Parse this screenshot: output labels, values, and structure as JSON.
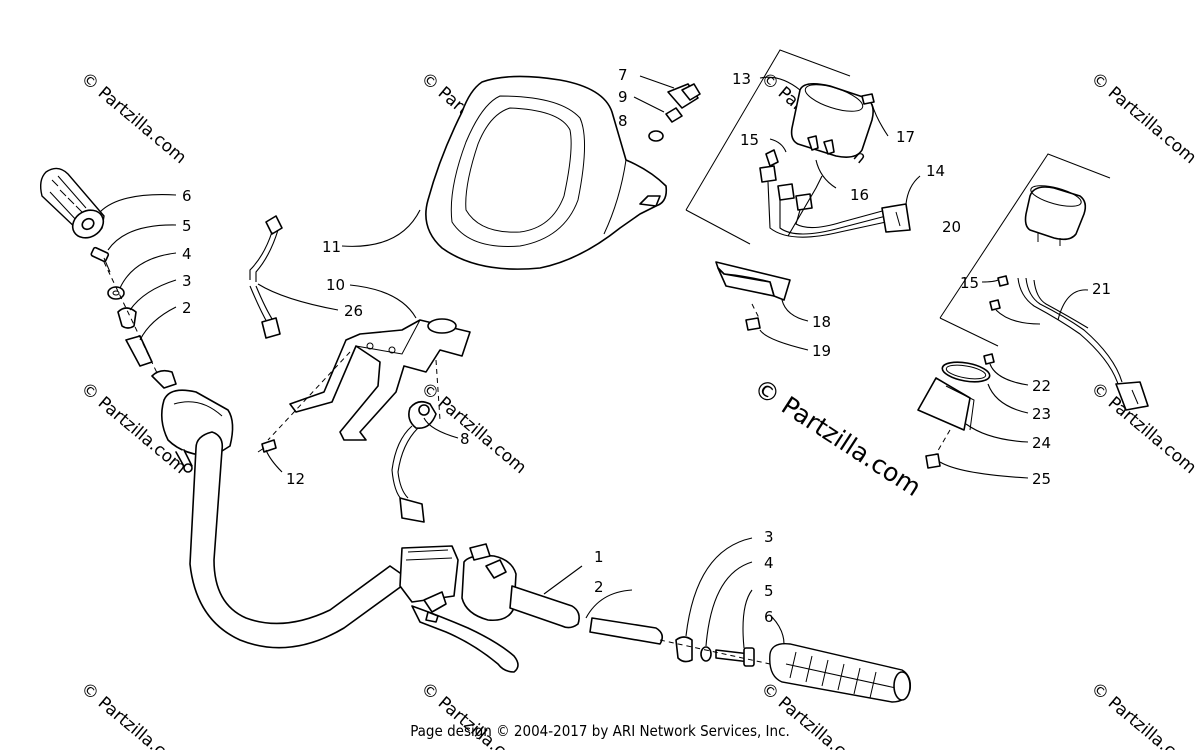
{
  "watermarks": {
    "site": "© Partzilla.com",
    "main": "© Partzilla.com"
  },
  "footer": {
    "text": "Page design © 2004-2017 by ARI Network Services, Inc."
  },
  "callouts": {
    "c1": "1",
    "c2": "2",
    "c3": "3",
    "c4": "4",
    "c5": "5",
    "c6": "6",
    "c7": "7",
    "c8": "8",
    "c9": "9",
    "c10": "10",
    "c11": "11",
    "c12": "12",
    "c13": "13",
    "c14": "14",
    "c15": "15",
    "c16": "16",
    "c17": "17",
    "c18": "18",
    "c19": "19",
    "c20": "20",
    "c21": "21",
    "c22": "22",
    "c23": "23",
    "c24": "24",
    "c25": "25",
    "c26": "26",
    "l2": "2",
    "l3": "3",
    "l4": "4",
    "l5": "5",
    "l6": "6",
    "l8": "8",
    "l15": "15"
  }
}
